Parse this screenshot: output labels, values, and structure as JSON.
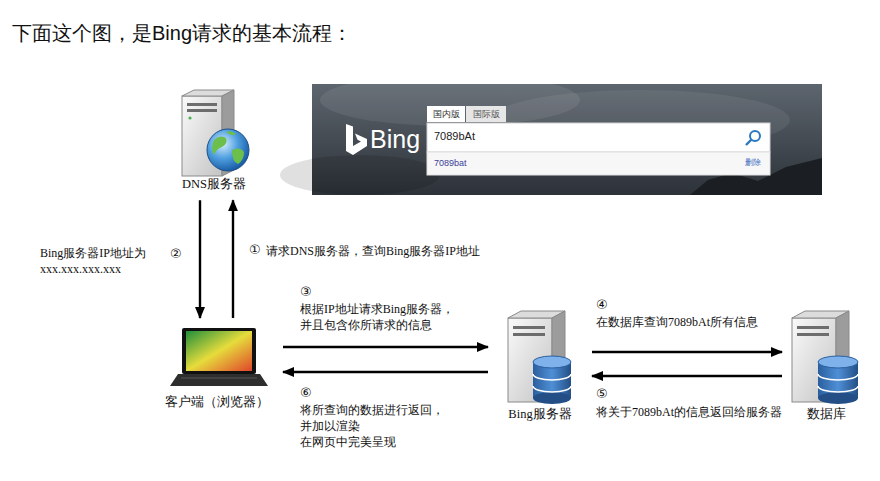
{
  "diagram": {
    "title": "下面这个图，是Bing请求的基本流程：",
    "nodes": [
      {
        "text": [
          "DNS服务器"
        ]
      },
      {
        "text": [
          "Bing"
        ]
      },
      {
        "text": [
          "国内版",
          "国际版",
          "7089bAt",
          "7089bat",
          "删除"
        ],
        "in": 1
      },
      {
        "text": [
          "客户端（浏览器）"
        ]
      },
      {
        "text": [
          "Bing服务器"
        ]
      },
      {
        "text": [
          "数据库"
        ]
      }
    ],
    "edges": [
      {
        "from": 3,
        "to": 0,
        "arrow": "to",
        "label": "请求DNS服务器，查询Bing服务器IP地址"
      },
      {
        "from": 0,
        "to": 3,
        "arrow": "to",
        "label": "Bing服务器IP地址为 xxx.xxx.xxx.xxx"
      },
      {
        "from": 3,
        "to": 4,
        "arrow": "to",
        "label": "根据IP地址请求Bing服务器， 并且包含你所请求的信息"
      },
      {
        "from": 4,
        "to": 5,
        "arrow": "to",
        "label": "在数据库查询7089bAt所有信息"
      },
      {
        "from": 5,
        "to": 4,
        "arrow": "to",
        "label": "将关于7089bAt的信息返回给服务器"
      },
      {
        "from": 4,
        "to": 3,
        "arrow": "to",
        "label": "将所查询的数据进行返回， 并加以渲染 在网页中完美呈现"
      }
    ],
    "labels": [
      "①",
      "②",
      "③",
      "④",
      "⑤",
      "⑥"
    ]
  }
}
